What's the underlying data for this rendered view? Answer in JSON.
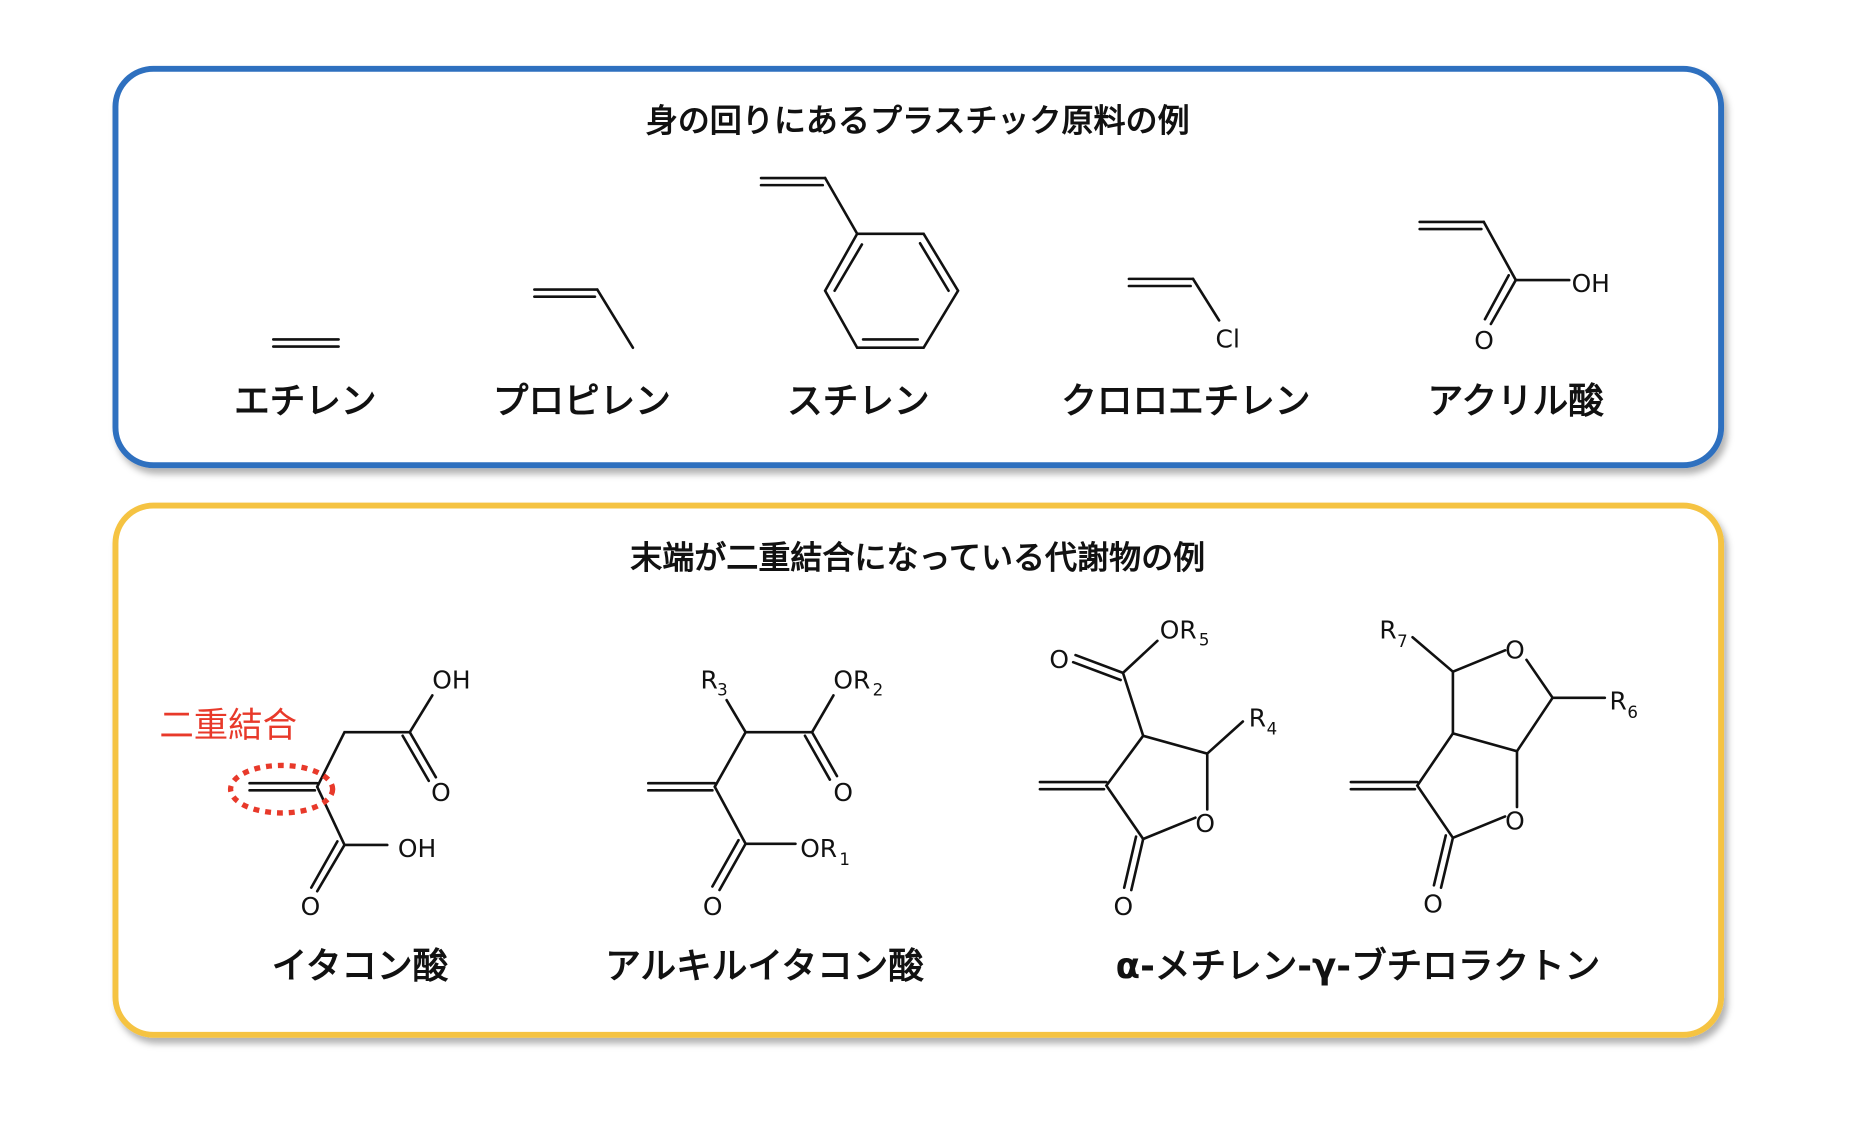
{
  "colors": {
    "top_border": "#2f6fbf",
    "bottom_border": "#f5c342",
    "highlight": "#e8392a"
  },
  "top": {
    "title": "身の回りにあるプラスチック原料の例",
    "items": [
      {
        "name": "エチレン"
      },
      {
        "name": "プロピレン"
      },
      {
        "name": "スチレン"
      },
      {
        "name": "クロロエチレン",
        "atoms": [
          "Cl"
        ]
      },
      {
        "name": "アクリル酸",
        "atoms": [
          "OH",
          "O"
        ]
      }
    ]
  },
  "bottom": {
    "title": "末端が二重結合になっている代謝物の例",
    "annotation": "二重結合",
    "items": [
      {
        "name": "イタコン酸",
        "atoms": [
          "OH",
          "O",
          "OH",
          "O"
        ]
      },
      {
        "name": "アルキルイタコン酸",
        "atoms": [
          "R",
          "3",
          "OR",
          "2",
          "O",
          "OR",
          "1",
          "O"
        ]
      },
      {
        "name": "α-メチレン-γ-ブチロラクトン",
        "atoms": [
          "OR",
          "5",
          "O",
          "R",
          "4",
          "O",
          "O"
        ]
      },
      {
        "name": "",
        "atoms": [
          "R",
          "7",
          "O",
          "R",
          "6",
          "O",
          "O"
        ]
      }
    ]
  }
}
